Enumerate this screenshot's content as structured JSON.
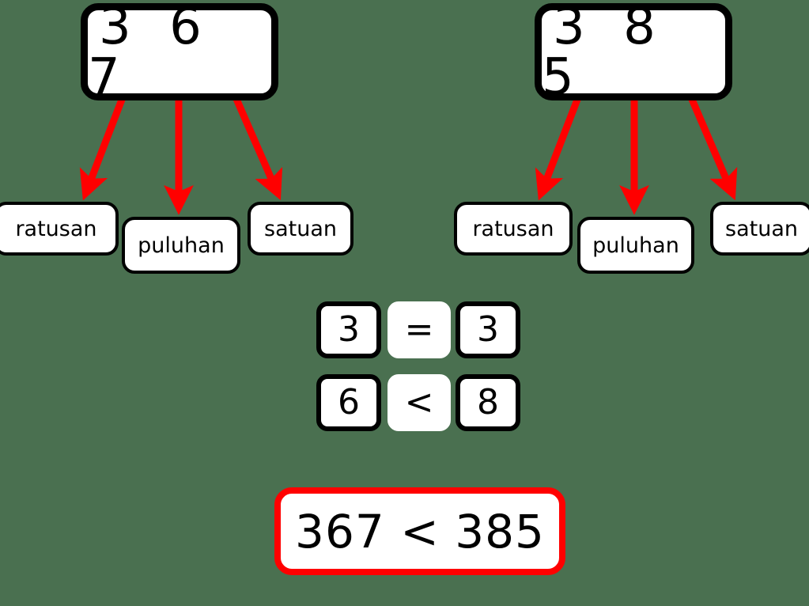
{
  "background_color": "#4a7050",
  "accent_color": "#ff0000",
  "border_color": "#000000",
  "box_fill": "#ffffff",
  "left_group": {
    "number": "3 6 7",
    "place_labels": [
      {
        "label": "ratusan"
      },
      {
        "label": "puluhan"
      },
      {
        "label": "satuan"
      }
    ]
  },
  "right_group": {
    "number": "3 8 5",
    "place_labels": [
      {
        "label": "ratusan"
      },
      {
        "label": "puluhan"
      },
      {
        "label": "satuan"
      }
    ]
  },
  "comparison_rows": [
    {
      "left_digit": "3",
      "operator": "=",
      "right_digit": "3"
    },
    {
      "left_digit": "6",
      "operator": "<",
      "right_digit": "8"
    }
  ],
  "conclusion": {
    "text": "367 < 385"
  }
}
